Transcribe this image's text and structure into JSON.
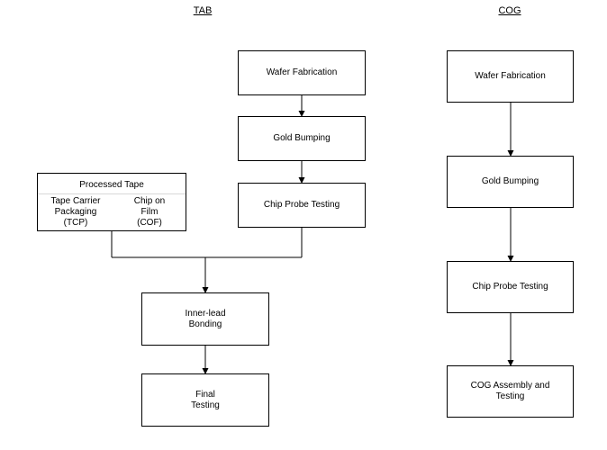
{
  "headings": {
    "tab": "TAB",
    "cog": "COG"
  },
  "tab_flow": {
    "wafer_fabrication": "Wafer Fabrication",
    "gold_bumping": "Gold Bumping",
    "chip_probe_testing": "Chip Probe Testing",
    "processed_tape": {
      "title": "Processed Tape",
      "tcp_lines": [
        "Tape Carrier",
        "Packaging",
        "(TCP)"
      ],
      "cof_lines": [
        "Chip on",
        "Film",
        "(COF)"
      ]
    },
    "inner_lead_bonding_lines": [
      "Inner-lead",
      "Bonding"
    ],
    "final_testing_lines": [
      "Final",
      "Testing"
    ]
  },
  "cog_flow": {
    "wafer_fabrication": "Wafer Fabrication",
    "gold_bumping": "Gold Bumping",
    "chip_probe_testing": "Chip Probe Testing",
    "cog_assembly_lines": [
      "COG Assembly and",
      "Testing"
    ]
  },
  "colors": {
    "line": "#000000",
    "background": "#ffffff",
    "separator": "#d8d8d8"
  }
}
